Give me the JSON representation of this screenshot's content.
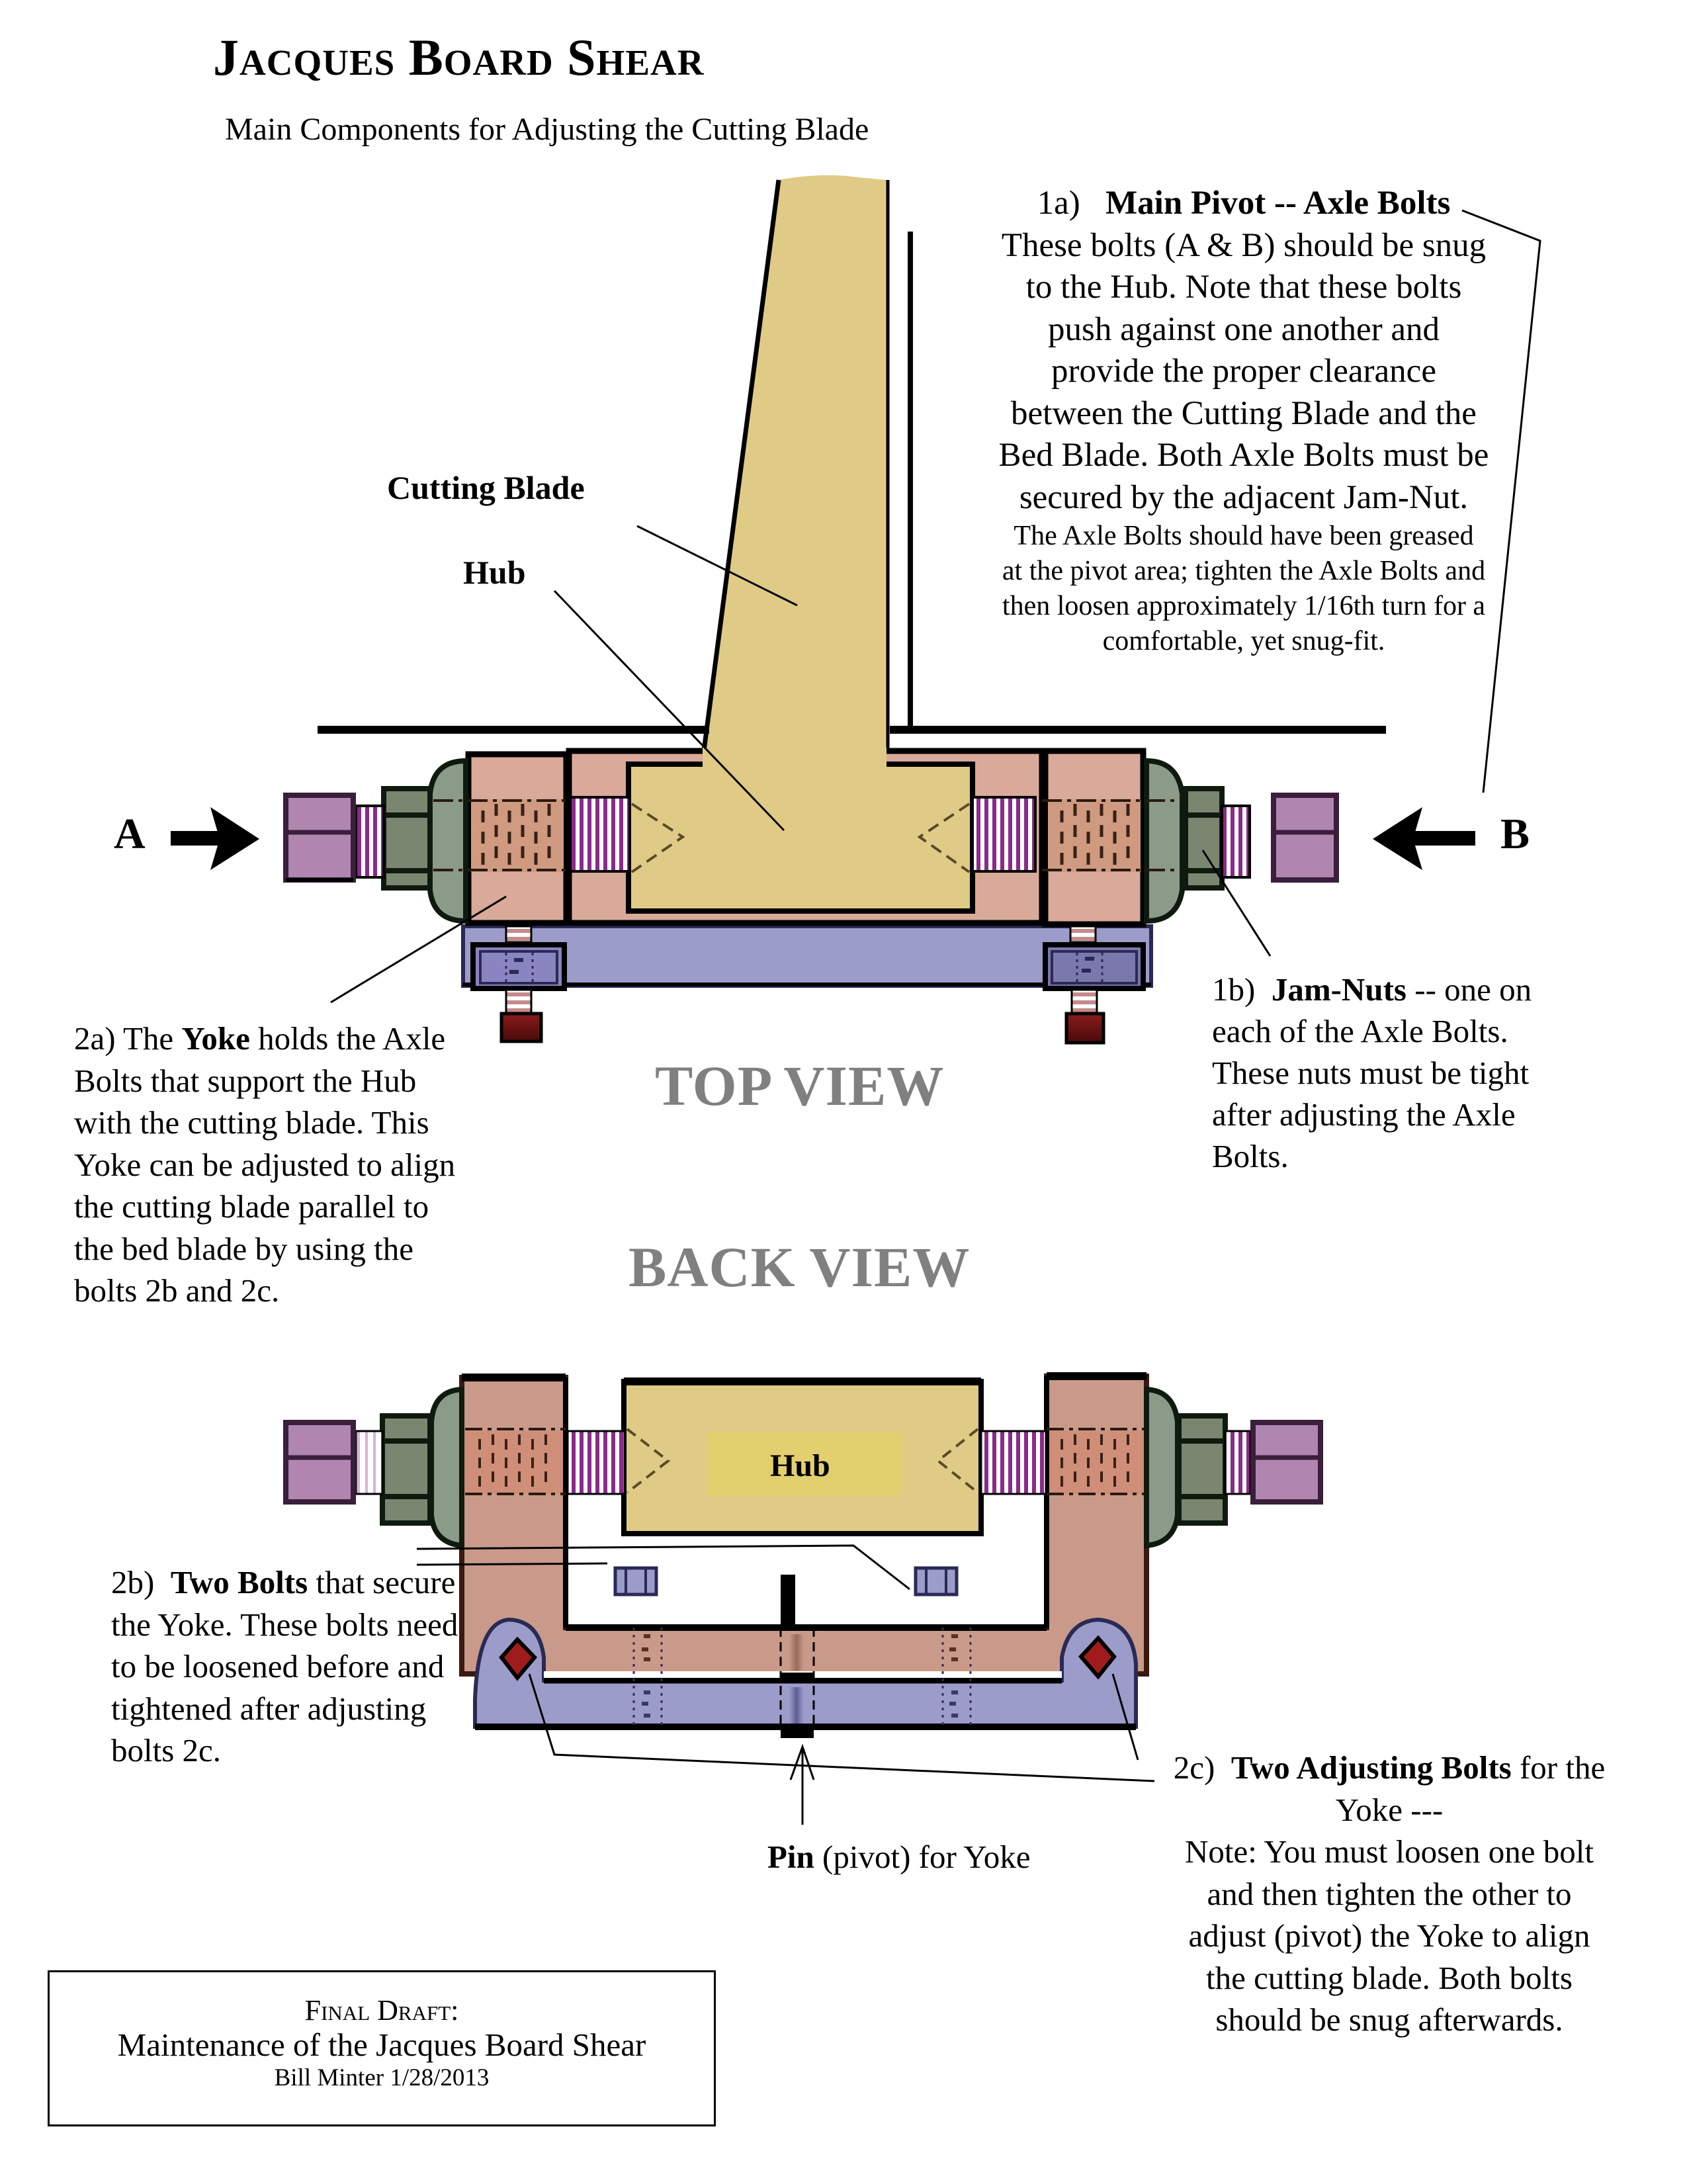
{
  "header": {
    "title": "Jacques Board Shear",
    "subtitle": "Main Components for Adjusting the Cutting Blade"
  },
  "labels": {
    "cutting_blade": "Cutting Blade",
    "hub_top": "Hub",
    "hub_back": "Hub",
    "bolt_a": "A",
    "bolt_b": "B",
    "top_view": "TOP VIEW",
    "back_view": "BACK VIEW"
  },
  "notes": {
    "n1a": {
      "number": "1a)",
      "heading": "Main Pivot -- Axle Bolts",
      "lines": [
        "These bolts (A & B) should be snug",
        "to the Hub. Note that these bolts",
        "push against one another and",
        "provide the proper clearance",
        "between the Cutting Blade and the",
        "Bed Blade. Both Axle Bolts must be",
        "secured by the adjacent Jam-Nut."
      ],
      "small_lines": [
        "The Axle Bolts should have been greased",
        "at the pivot area; tighten the Axle Bolts and",
        "then loosen approximately 1/16th turn for a",
        "comfortable, yet snug-fit."
      ]
    },
    "n1b": {
      "number": "1b)",
      "heading": "Jam-Nuts",
      "text": " -- one on each of the Axle Bolts. These nuts must be tight after adjusting the Axle Bolts."
    },
    "n2a": {
      "number": "2a)",
      "pre": " The ",
      "heading": "Yoke",
      "text": " holds the Axle Bolts that support the Hub with the cutting blade. This Yoke can be adjusted to align the cutting blade parallel to the bed blade by using the bolts 2b and 2c."
    },
    "n2b": {
      "number": "2b)",
      "heading": "Two Bolts",
      "text": " that secure the Yoke. These bolts need to be loosened before and tightened after adjusting bolts 2c."
    },
    "n2c": {
      "number": "2c)",
      "heading": "Two Adjusting Bolts",
      "text": " for the Yoke ---",
      "note_lines": [
        "Note: You must loosen one bolt",
        "and then tighten the other to",
        "adjust (pivot) the Yoke to align",
        "the cutting blade. Both bolts",
        "should be snug afterwards."
      ]
    },
    "pin": {
      "heading": "Pin",
      "text": " (pivot) for Yoke"
    }
  },
  "footer": {
    "status": "Final Draft:",
    "title": "Maintenance of the Jacques Board Shear",
    "author_date": "Bill Minter 1/28/2013"
  },
  "colors": {
    "blade": "#e0cb86",
    "yoke": "#d9a99a",
    "yoke_dark": "#c9968a",
    "thread": "#cf9a7f",
    "jam_nut": "#7a8670",
    "washer": "#8c9a8a",
    "bolt_head": "#b085b0",
    "base": "#9c9cca",
    "adjust_knob": "#7a1a1a",
    "view_label": "#808080"
  }
}
